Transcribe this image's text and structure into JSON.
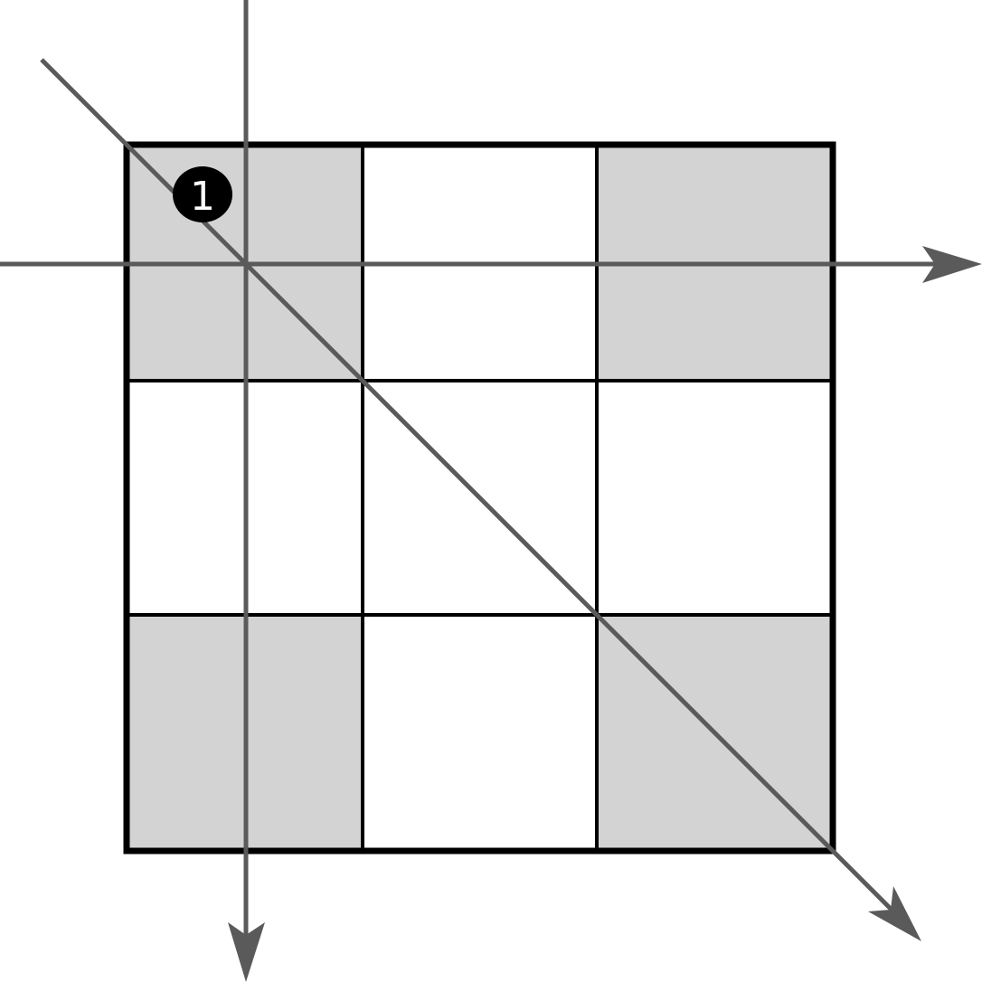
{
  "grid": {
    "rows": 3,
    "cols": 3,
    "shaded_cells": [
      [
        0,
        0
      ],
      [
        0,
        2
      ],
      [
        2,
        0
      ],
      [
        2,
        2
      ]
    ],
    "shade_color": "#d3d3d3",
    "line_color": "#000000"
  },
  "arrows": [
    {
      "name": "horizontal-arrow",
      "direction": "right"
    },
    {
      "name": "vertical-arrow",
      "direction": "down"
    },
    {
      "name": "diagonal-arrow",
      "direction": "down-right"
    }
  ],
  "arrow_color": "#5a5a5a",
  "badge": {
    "label": "1",
    "color": "#000000"
  }
}
